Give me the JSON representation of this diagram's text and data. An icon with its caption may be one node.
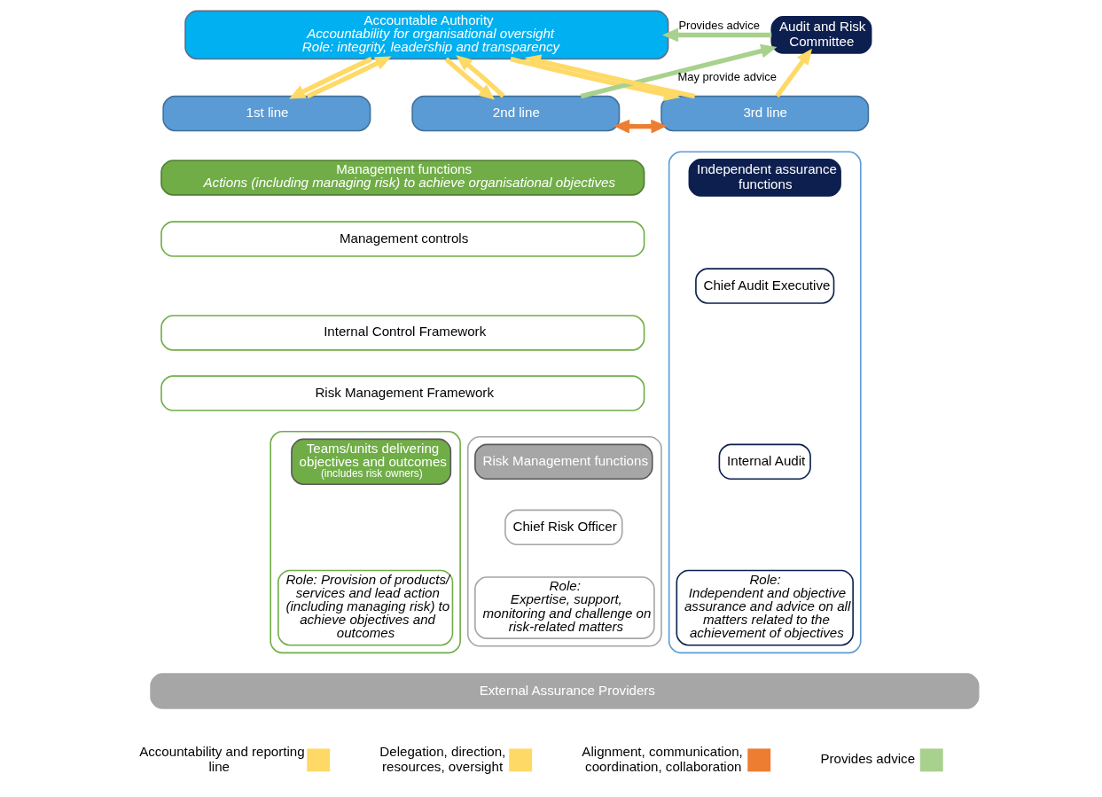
{
  "diagram": {
    "nodes": [
      {
        "text": [
          "Accountable Authority",
          "Accountability for organisational oversight",
          "Role: integrity, leadership and transparency"
        ]
      },
      {
        "text": [
          "Audit and Risk Committee"
        ]
      },
      {
        "text": [
          "1st line"
        ]
      },
      {
        "text": [
          "2nd line"
        ]
      },
      {
        "text": [
          "3rd line"
        ]
      },
      {
        "text": [
          "Management functions",
          "Actions (including managing risk) to achieve organisational objectives"
        ]
      },
      {
        "text": [
          "Management controls"
        ]
      },
      {
        "text": [
          "Internal Control Framework"
        ]
      },
      {
        "text": [
          "Risk Management Framework"
        ]
      },
      {
        "text": [],
        "shape": "box"
      },
      {
        "text": [
          "Teams/units delivering objectives and outcomes",
          "(includes risk owners)"
        ],
        "in": 9
      },
      {
        "text": [
          "Role: Provision of products/ services and lead action (including managing risk) to achieve objectives and outcomes"
        ],
        "in": 9
      },
      {
        "text": [],
        "shape": "box"
      },
      {
        "text": [
          "Risk Management functions"
        ],
        "in": 12
      },
      {
        "text": [
          "Chief Risk Officer"
        ],
        "in": 12
      },
      {
        "text": [
          "Role:",
          "Expertise, support, monitoring and challenge on risk-related matters"
        ],
        "in": 12
      },
      {
        "text": [],
        "shape": "box"
      },
      {
        "text": [
          "Independent assurance functions"
        ],
        "in": 16
      },
      {
        "text": [
          "Chief Audit Executive"
        ],
        "in": 16
      },
      {
        "text": [
          "Internal Audit"
        ],
        "in": 16
      },
      {
        "text": [
          "Role:",
          "Independent and objective assurance and advice on all matters related to the achievement of objectives"
        ],
        "in": 16
      },
      {
        "text": [
          "External Assurance Providers"
        ]
      }
    ],
    "edges": [
      {
        "from": 2,
        "to": 0,
        "arrow": "to"
      },
      {
        "from": 0,
        "to": 2,
        "arrow": "to"
      },
      {
        "from": 3,
        "to": 0,
        "arrow": "to"
      },
      {
        "from": 0,
        "to": 3,
        "arrow": "to"
      },
      {
        "from": 3,
        "to": 1,
        "arrow": "to",
        "color": "#a9d18e",
        "label": "May provide advice"
      },
      {
        "from": 4,
        "to": 0,
        "arrow": "to"
      },
      {
        "from": 0,
        "to": 4,
        "arrow": "to"
      },
      {
        "from": 1,
        "to": 0,
        "arrow": "to",
        "color": "#a9d18e",
        "label": "Provides advice"
      },
      {
        "from": 4,
        "to": 1,
        "arrow": "to"
      },
      {
        "from": 3,
        "to": 4,
        "arrow": "both",
        "color": "#ed7d31"
      }
    ],
    "legend": [
      {
        "text": "Accountability and reporting line"
      },
      {
        "text": "Delegation, direction, resources, oversight"
      },
      {
        "text": "Alignment, communication, coordination, collaboration"
      },
      {
        "text": "Provides advice"
      }
    ]
  }
}
